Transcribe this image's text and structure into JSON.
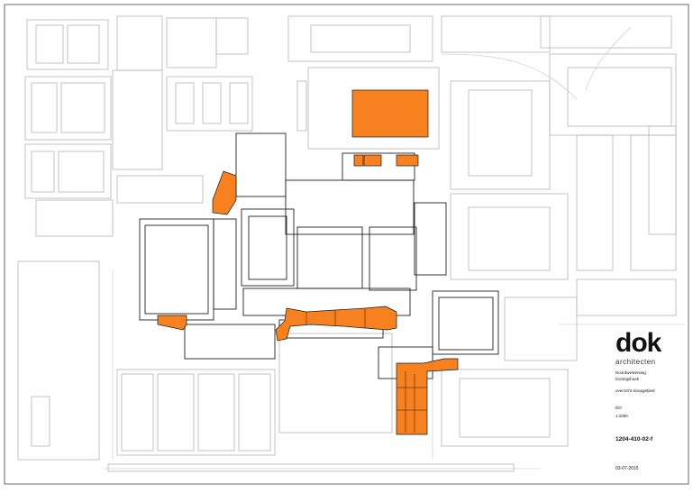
{
  "titleblock": {
    "logo": "dok",
    "logo_sub": "architecten",
    "project_label": "Noordwesterweg",
    "project_name": "Koningshoek",
    "drawing": "overzicht sloopgebied",
    "phase": "DO",
    "scale": "1:1000",
    "drawing_number": "1204-410-02-f",
    "date": "03-07-2015"
  },
  "legend_colors": {
    "demolition_area": "#f7801f",
    "outline": "#222222",
    "context": "#b5b5b5"
  }
}
